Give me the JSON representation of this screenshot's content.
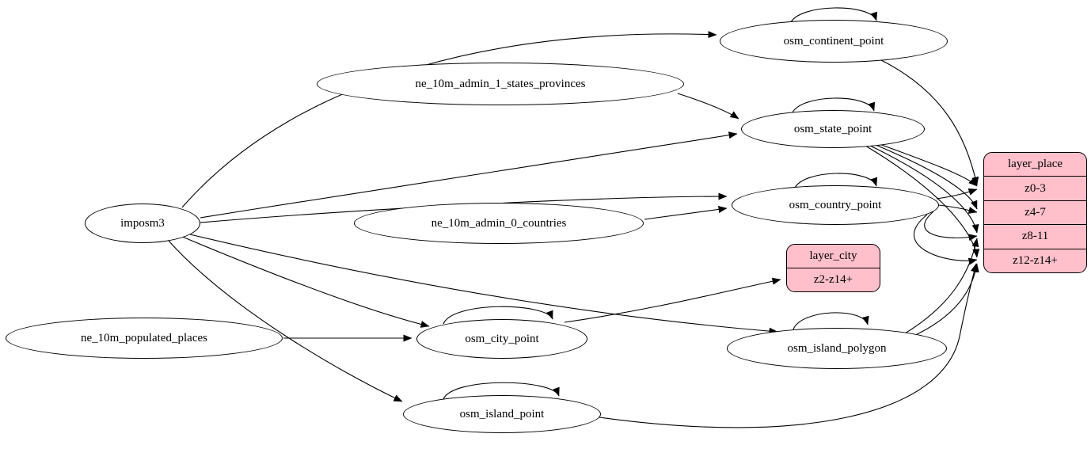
{
  "diagram": {
    "description": "Dependency graph of place/city map layers: data sources feed OSM tables which feed layer zoom ranges",
    "background_color": "#ffffff",
    "node_fill_color": "#ffffff",
    "record_fill_color": "#ffc0cb",
    "stroke_color": "#000000"
  },
  "nodes": {
    "imposm3": {
      "label": "imposm3"
    },
    "ne_10m_admin_1_states_provinces": {
      "label": "ne_10m_admin_1_states_provinces"
    },
    "ne_10m_admin_0_countries": {
      "label": "ne_10m_admin_0_countries"
    },
    "ne_10m_populated_places": {
      "label": "ne_10m_populated_places"
    },
    "osm_continent_point": {
      "label": "osm_continent_point"
    },
    "osm_state_point": {
      "label": "osm_state_point"
    },
    "osm_country_point": {
      "label": "osm_country_point"
    },
    "osm_city_point": {
      "label": "osm_city_point"
    },
    "osm_island_polygon": {
      "label": "osm_island_polygon"
    },
    "osm_island_point": {
      "label": "osm_island_point"
    }
  },
  "records": {
    "layer_place": {
      "title": "layer_place",
      "rows": [
        "z0-3",
        "z4-7",
        "z8-11",
        "z12-z14+"
      ]
    },
    "layer_city": {
      "title": "layer_city",
      "rows": [
        "z2-z14+"
      ]
    }
  },
  "edges": [
    {
      "from": "imposm3",
      "to": "osm_continent_point"
    },
    {
      "from": "imposm3",
      "to": "osm_state_point"
    },
    {
      "from": "imposm3",
      "to": "osm_country_point"
    },
    {
      "from": "imposm3",
      "to": "osm_city_point"
    },
    {
      "from": "imposm3",
      "to": "osm_island_polygon"
    },
    {
      "from": "imposm3",
      "to": "osm_island_point"
    },
    {
      "from": "ne_10m_admin_1_states_provinces",
      "to": "osm_state_point"
    },
    {
      "from": "ne_10m_admin_0_countries",
      "to": "osm_country_point"
    },
    {
      "from": "ne_10m_populated_places",
      "to": "osm_city_point"
    },
    {
      "from": "osm_continent_point",
      "to": "osm_continent_point"
    },
    {
      "from": "osm_state_point",
      "to": "osm_state_point"
    },
    {
      "from": "osm_country_point",
      "to": "osm_country_point"
    },
    {
      "from": "osm_city_point",
      "to": "osm_city_point"
    },
    {
      "from": "osm_island_polygon",
      "to": "osm_island_polygon"
    },
    {
      "from": "osm_island_point",
      "to": "osm_island_point"
    },
    {
      "from": "osm_continent_point",
      "to": "layer_place:z0-3"
    },
    {
      "from": "osm_state_point",
      "to": "layer_place:z0-3"
    },
    {
      "from": "osm_state_point",
      "to": "layer_place:z4-7"
    },
    {
      "from": "osm_state_point",
      "to": "layer_place:z8-11"
    },
    {
      "from": "osm_state_point",
      "to": "layer_place:z12-z14+"
    },
    {
      "from": "osm_country_point",
      "to": "layer_place:z0-3"
    },
    {
      "from": "osm_country_point",
      "to": "layer_place:z4-7"
    },
    {
      "from": "osm_country_point",
      "to": "layer_place:z8-11"
    },
    {
      "from": "osm_country_point",
      "to": "layer_place:z12-z14+"
    },
    {
      "from": "osm_island_polygon",
      "to": "layer_place:z8-11"
    },
    {
      "from": "osm_island_polygon",
      "to": "layer_place:z12-z14+"
    },
    {
      "from": "osm_island_point",
      "to": "layer_place:z12-z14+"
    },
    {
      "from": "osm_city_point",
      "to": "layer_city:z2-z14+"
    }
  ]
}
